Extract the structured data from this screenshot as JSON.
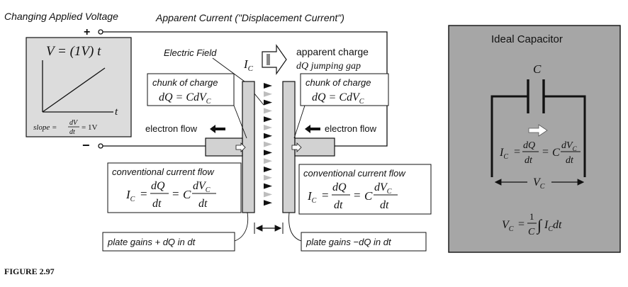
{
  "source": {
    "title": "Changing Applied Voltage",
    "plus": "+",
    "minus": "−",
    "graph_eq": "V = (1V) t",
    "t_axis": "t",
    "slope_lhs": "slope =",
    "slope_num": "dV",
    "slope_den": "dt",
    "slope_rhs": "= 1V"
  },
  "capacitor_diagram": {
    "top_label": "Apparent Current (\"Displacement Current\")",
    "ic": "I",
    "ic_sub": "C",
    "apparent_charge_line1": "apparent charge",
    "apparent_charge_line2": "dQ jumping gap",
    "electric_field": "Electric Field",
    "chunk_left_title": "chunk of charge",
    "chunk_left_eq": "dQ = CdV",
    "chunk_right_title": "chunk of charge",
    "chunk_right_eq": "dQ = CdV",
    "eq_sub": "C",
    "electron_flow_left": "electron flow",
    "electron_flow_right": "electron flow",
    "conv_left_title": "conventional current flow",
    "conv_right_title": "conventional current flow",
    "plate_left": "plate gains + dQ in dt",
    "plate_right": "plate gains −dQ in dt"
  },
  "ideal_capacitor": {
    "title": "Ideal Capacitor",
    "c_label": "C",
    "vc_label": "V",
    "vc_sub": "C"
  },
  "caption": "FIGURE 2.97",
  "colors": {
    "panel_gray": "#a6a6a6",
    "plate_gray": "#d2d2d2",
    "arrow_light": "#bdbdbd",
    "graph_bg": "#dcdcdc"
  }
}
